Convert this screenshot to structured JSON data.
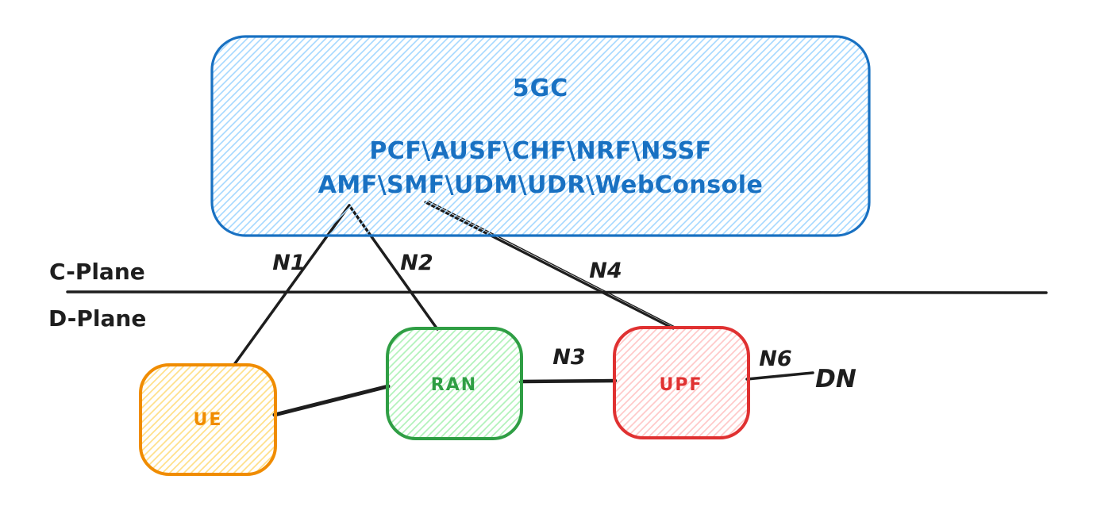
{
  "diagram": {
    "core_network": {
      "title": "5GC",
      "nf_line1": "PCF\\AUSF\\CHF\\NRF\\NSSF",
      "nf_line2": "AMF\\SMF\\UDM\\UDR\\WebConsole"
    },
    "planes": {
      "control": "C-Plane",
      "data": "D-Plane"
    },
    "nodes": [
      {
        "id": "ue",
        "label": "UE",
        "stroke": "#f08c00",
        "hatch": "#ffe08a"
      },
      {
        "id": "ran",
        "label": "RAN",
        "stroke": "#2f9e44",
        "hatch": "#b2f2bb"
      },
      {
        "id": "upf",
        "label": "UPF",
        "stroke": "#e03131",
        "hatch": "#ffc9c9"
      }
    ],
    "interfaces": {
      "n1": "N1",
      "n2": "N2",
      "n3": "N3",
      "n4": "N4",
      "n6": "N6"
    },
    "external": {
      "dn": "DN"
    },
    "palette": {
      "core_stroke": "#1971c2",
      "core_hatch": "#a5d8ff",
      "line_black": "#1e1e1e"
    }
  }
}
